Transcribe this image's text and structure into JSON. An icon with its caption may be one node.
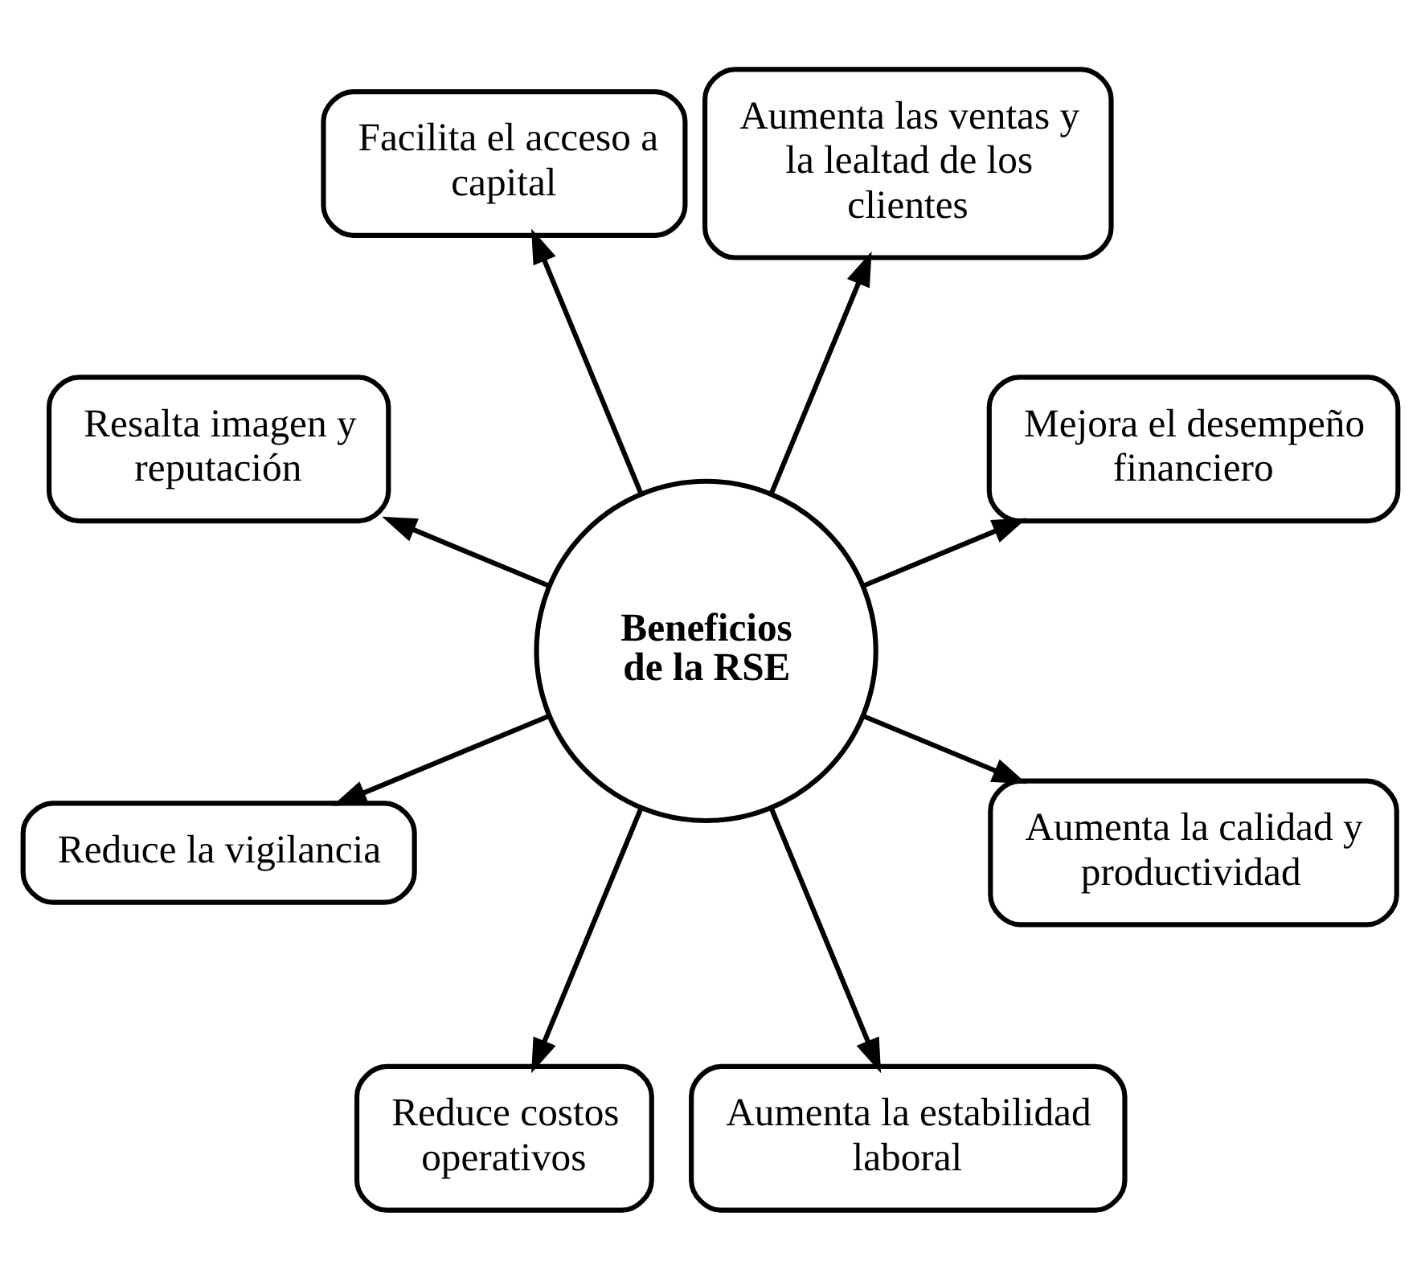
{
  "diagram": {
    "nodes": [
      {
        "text": [
          "Mejora el desempeño financiero"
        ]
      },
      {
        "text": [
          "Aumenta las ventas y la lealtad de los clientes"
        ]
      },
      {
        "text": [
          "Facilita el acceso a capital"
        ]
      },
      {
        "text": [
          "Beneficios de la RSE"
        ]
      },
      {
        "text": [
          "Resalta imagen y reputación"
        ]
      },
      {
        "text": [
          "Reduce la vigilancia"
        ]
      },
      {
        "text": [
          "Reduce costos operativos"
        ]
      },
      {
        "text": [
          "Aumenta la estabilidad laboral"
        ]
      },
      {
        "text": [
          "Aumenta la calidad y productividad"
        ]
      }
    ],
    "edges": [
      {
        "from": 3,
        "to": 0,
        "arrow": "to"
      },
      {
        "from": 3,
        "to": 2,
        "arrow": "to"
      },
      {
        "from": 3,
        "to": 5,
        "arrow": "to"
      },
      {
        "from": 3,
        "to": 7,
        "arrow": "to"
      },
      {
        "from": 3,
        "to": 8,
        "arrow": "to"
      },
      {
        "from": 3,
        "to": 6,
        "arrow": "to"
      },
      {
        "from": 3,
        "to": 4,
        "arrow": "to"
      },
      {
        "from": 3,
        "to": 1,
        "arrow": "to"
      }
    ]
  }
}
